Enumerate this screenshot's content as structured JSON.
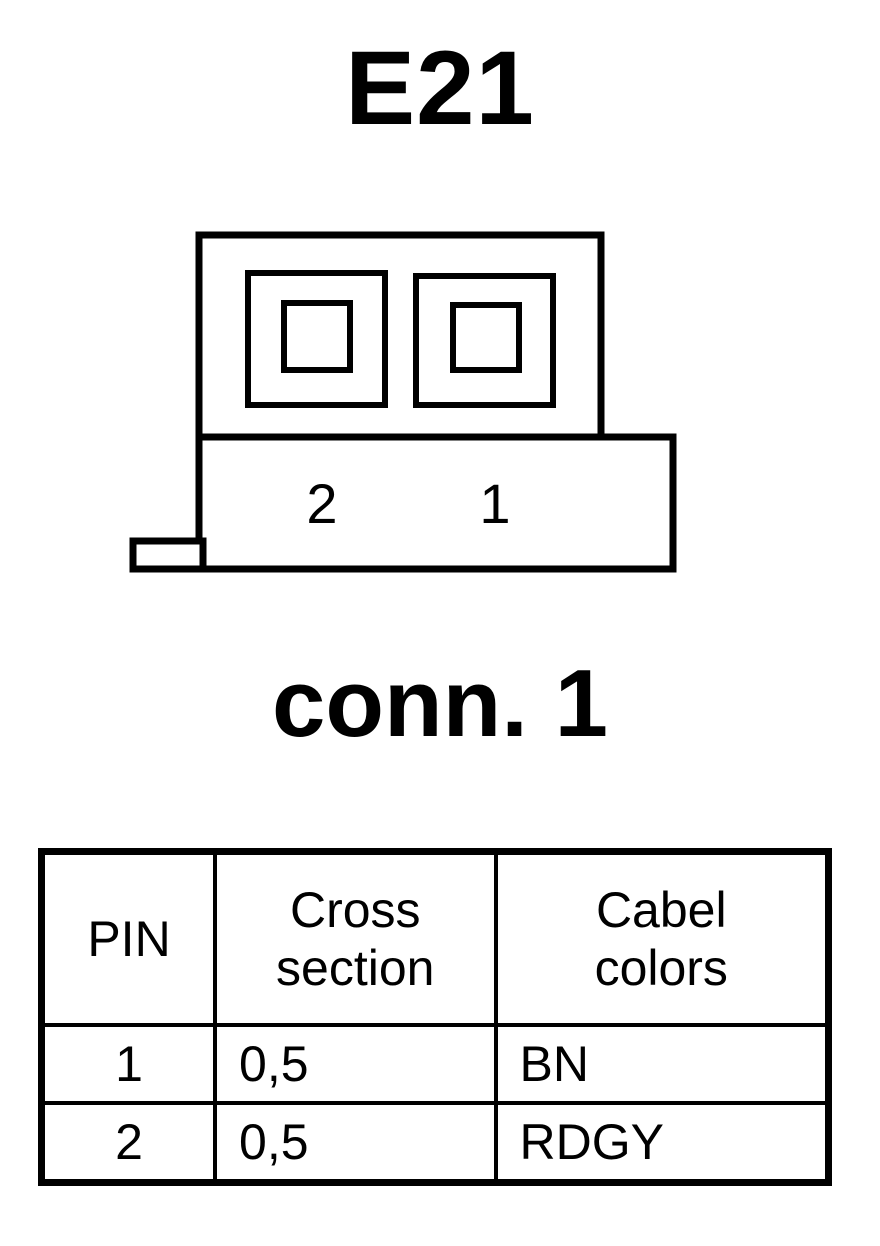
{
  "title": "E21",
  "connector": {
    "caption": "conn. 1",
    "pin_labels": [
      "2",
      "1"
    ],
    "cavity_count": 2,
    "stroke_color": "#000000",
    "fill_color": "#ffffff"
  },
  "table": {
    "headers": [
      {
        "lines": [
          "PIN"
        ]
      },
      {
        "lines": [
          "Cross",
          "section"
        ]
      },
      {
        "lines": [
          "Cabel",
          "colors"
        ]
      }
    ],
    "rows": [
      {
        "pin": "1",
        "cross_section": "0,5",
        "cable_color": "BN"
      },
      {
        "pin": "2",
        "cross_section": "0,5",
        "cable_color": "RDGY"
      }
    ]
  }
}
